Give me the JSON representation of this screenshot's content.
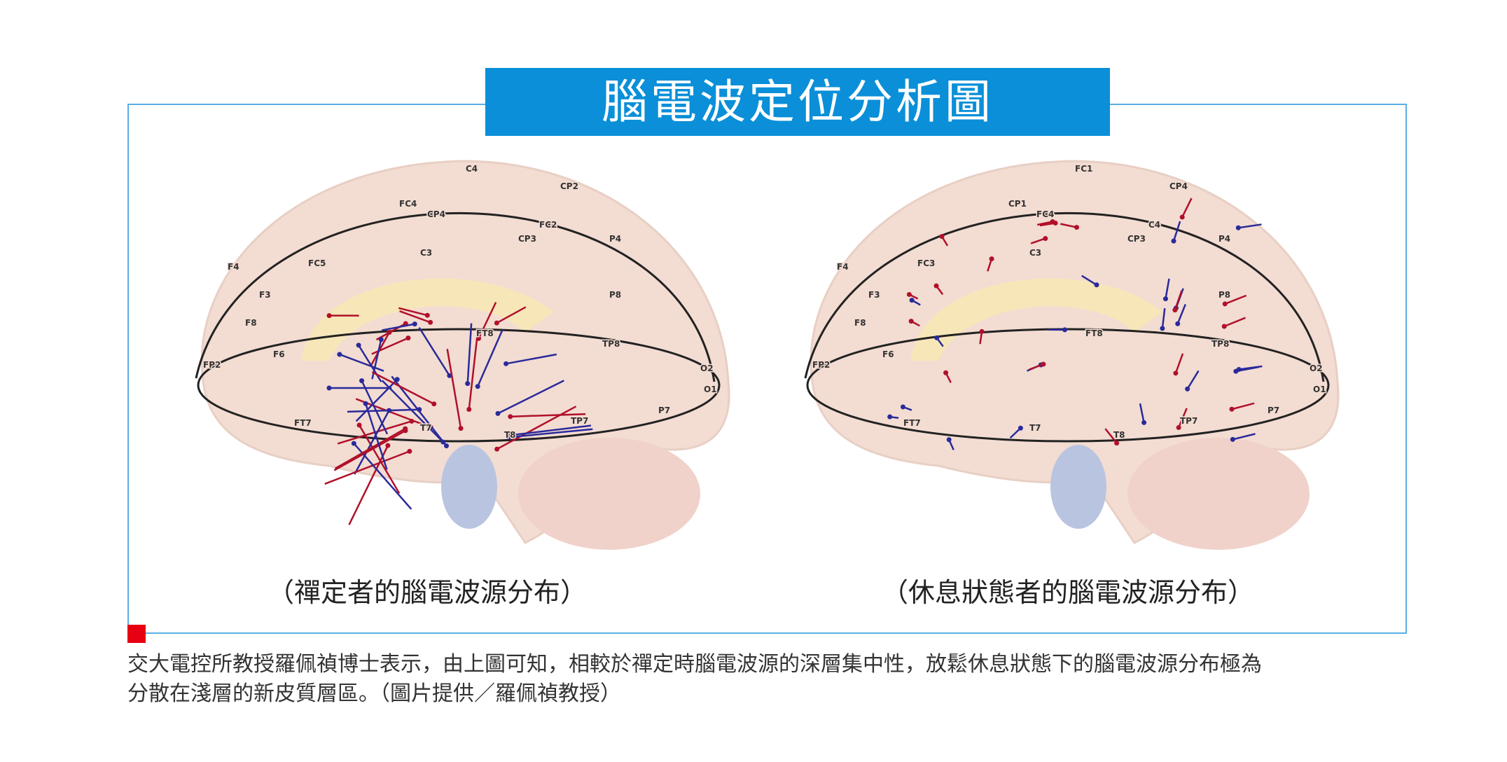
{
  "title": "腦電波定位分析圖",
  "panels": [
    {
      "caption": "（禪定者的腦電波源分布）",
      "labels": [
        "C4",
        "FC4",
        "CP4",
        "FC2",
        "CP2",
        "F4",
        "F6",
        "F3",
        "FC5",
        "C3",
        "CP3",
        "P4",
        "P8",
        "FT8",
        "TP8",
        "T8",
        "FP2",
        "F8",
        "O2",
        "O1",
        "FT7",
        "T7",
        "TP7",
        "P7"
      ]
    },
    {
      "caption": "（休息狀態者的腦電波源分布）",
      "labels": [
        "FC1",
        "CP1",
        "FC4",
        "C4",
        "CP4",
        "F4",
        "F6",
        "F3",
        "FC3",
        "C3",
        "CP3",
        "P4",
        "P8",
        "FT8",
        "TP8",
        "T8",
        "FP2",
        "F8",
        "O2",
        "O1",
        "FT7",
        "T7",
        "TP7",
        "P7"
      ]
    }
  ],
  "caption": {
    "line1": "交大電控所教授羅佩禎博士表示，由上圖可知，相較於禪定時腦電波源的深層集中性，放鬆休息狀態下的腦電波源分布極為",
    "line2": "分散在淺層的新皮質層區。（圖片提供／羅佩禎教授）"
  },
  "colors": {
    "accent": "#0a8fd8",
    "frame": "#5aaee3",
    "marker": "#e60012",
    "source_red": "#b0102a",
    "source_blue": "#2a2a9a"
  }
}
